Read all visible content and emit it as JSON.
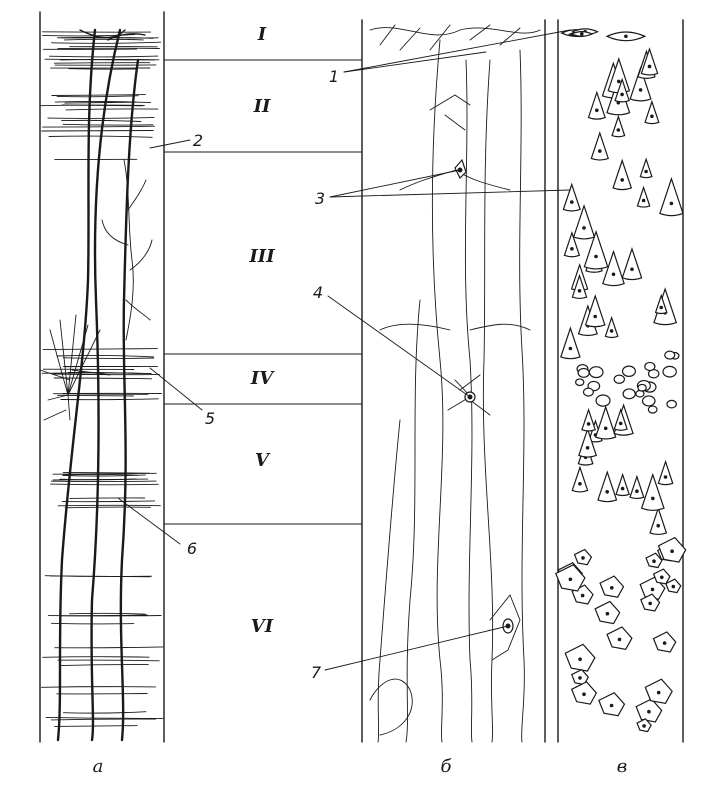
{
  "layers": [
    "I",
    "II",
    "III",
    "IV",
    "V",
    "VI"
  ],
  "callouts": [
    "1",
    "2",
    "3",
    "4",
    "5",
    "6",
    "7"
  ],
  "panels": [
    "а",
    "б",
    "в"
  ]
}
